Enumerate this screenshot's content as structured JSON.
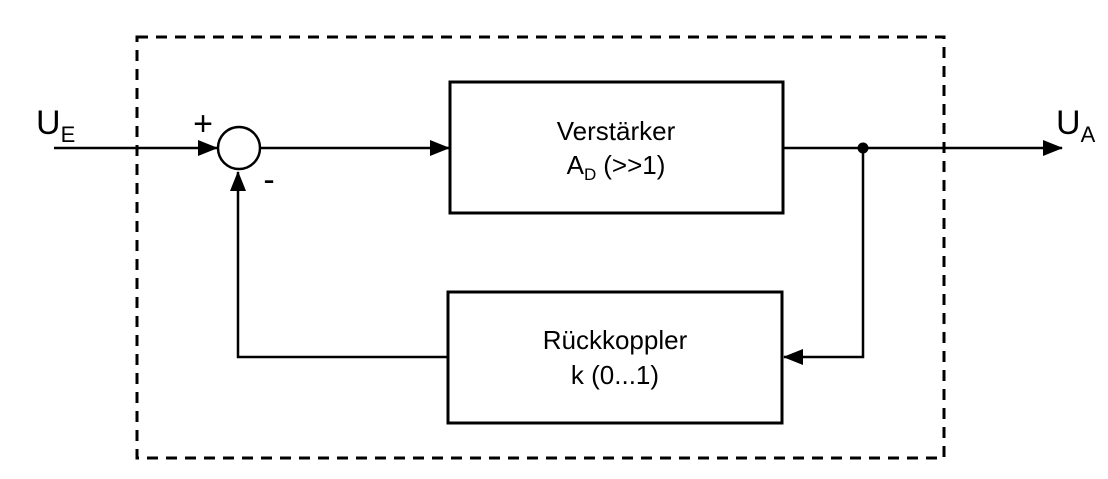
{
  "diagram": {
    "background": "#ffffff",
    "colors": {
      "stroke": "#000000",
      "text": "#000000",
      "io_label_blue": "#2e75b6",
      "block_fill": "#ffffff"
    },
    "io": {
      "input_base": "U",
      "input_sub": "E",
      "output_base": "U",
      "output_sub": "A"
    },
    "summing_junction": {
      "plus": "+",
      "minus": "-"
    },
    "blocks": {
      "amplifier": {
        "title": "Verstärker",
        "gain_base": "A",
        "gain_sub": "D",
        "gain_suffix": "(>>1)"
      },
      "feedback": {
        "title": "Rückkoppler",
        "gain": "k (0...1)"
      }
    }
  }
}
